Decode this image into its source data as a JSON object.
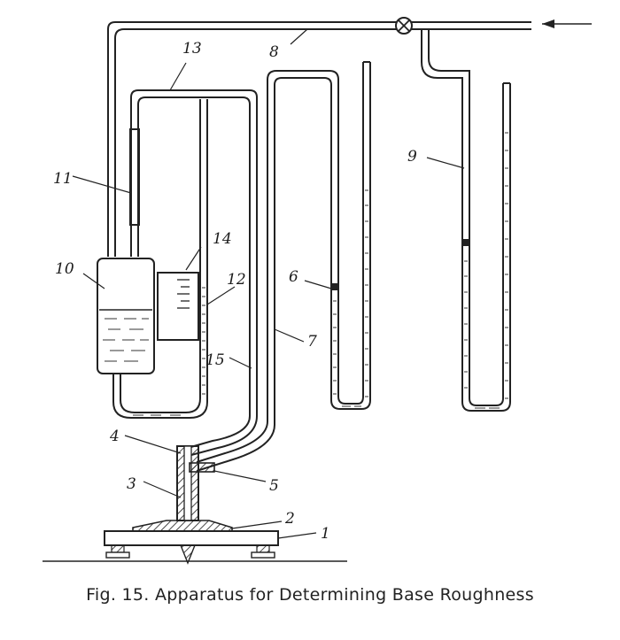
{
  "figure": {
    "caption": "Fig. 15. Apparatus for Determining Base Roughness",
    "labels": {
      "l1": "1",
      "l2": "2",
      "l3": "3",
      "l4": "4",
      "l5": "5",
      "l6": "6",
      "l7": "7",
      "l8": "8",
      "l9": "9",
      "l10": "10",
      "l11": "11",
      "l12": "12",
      "l13": "13",
      "l14": "14",
      "l15": "15"
    }
  }
}
